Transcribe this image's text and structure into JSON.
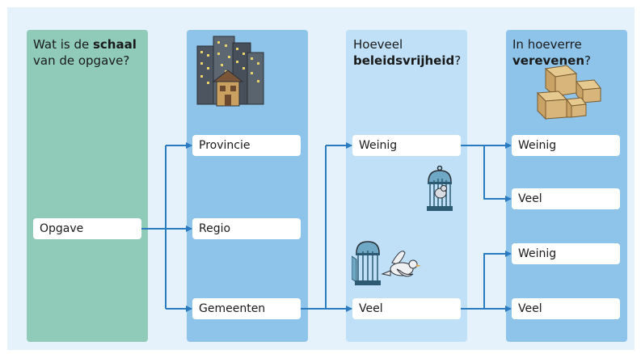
{
  "columns": [
    {
      "heading_pre": "Wat is de ",
      "heading_bold": "schaal",
      "heading_post": "van de opgave?"
    },
    {
      "heading_pre": "",
      "heading_bold": "",
      "heading_post": ""
    },
    {
      "heading_pre": "Hoeveel",
      "heading_bold": "beleidsvrijheid",
      "heading_post": "?"
    },
    {
      "heading_pre": "In hoeverre",
      "heading_bold": "verevenen",
      "heading_post": "?"
    }
  ],
  "nodes": {
    "opgave": "Opgave",
    "provincie": "Provincie",
    "regio": "Regio",
    "gemeenten": "Gemeenten",
    "beleid_weinig": "Weinig",
    "beleid_veel": "Veel",
    "ver_weinig_1": "Weinig",
    "ver_veel_1": "Veel",
    "ver_weinig_2": "Weinig",
    "ver_veel_2": "Veel"
  },
  "colors": {
    "arrow": "#2b7bc0",
    "col_teal": "#8fcbb8",
    "col_blue": "#8ec4ea",
    "col_light": "#bfe0f6"
  },
  "icons": [
    "buildings-icon",
    "caged-bird-icon",
    "open-cage-bird-icon",
    "boxes-icon"
  ]
}
